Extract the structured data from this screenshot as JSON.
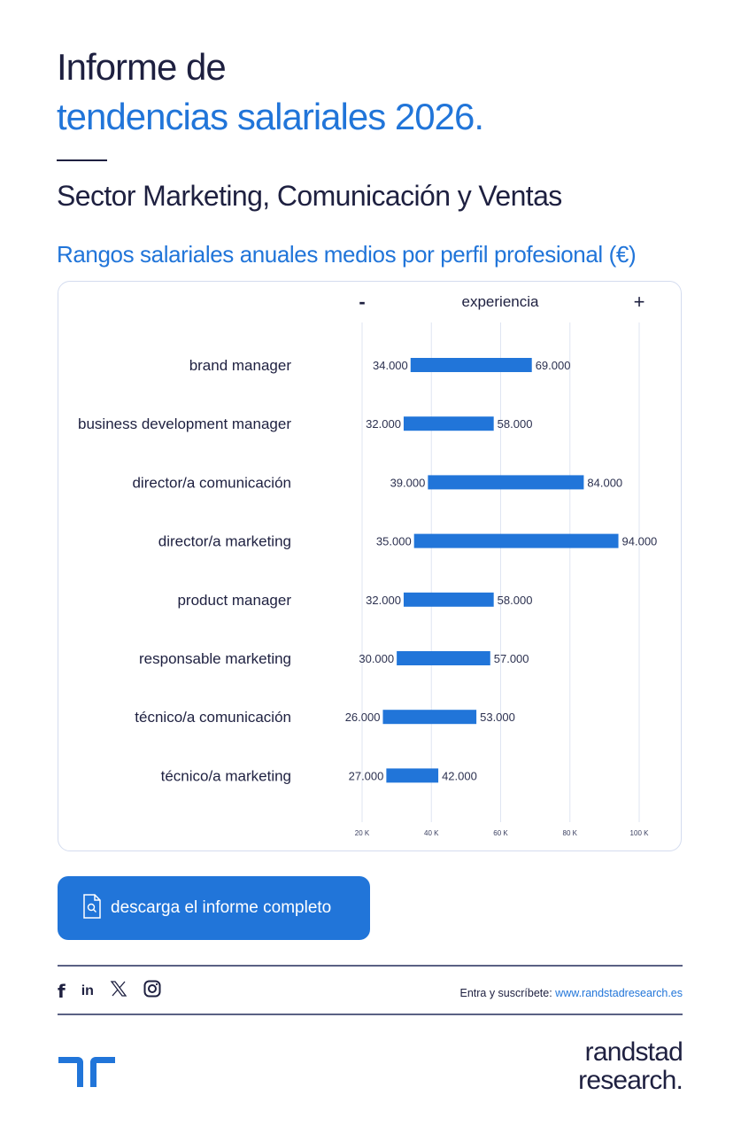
{
  "header": {
    "title_line1": "Informe de",
    "title_line2": "tendencias salariales 2026.",
    "sector": "Sector Marketing, Comunicación y Ventas",
    "subtitle": "Rangos salariales anuales medios por perfil profesional (€)"
  },
  "chart_data": {
    "type": "bar",
    "subtype": "floating-range-horizontal",
    "axis_header": {
      "left": "-",
      "center": "experiencia",
      "right": "+"
    },
    "xlim": [
      20000,
      100000
    ],
    "x_ticks": [
      20000,
      40000,
      60000,
      80000,
      100000
    ],
    "x_tick_labels": [
      "20 K",
      "40 K",
      "60 K",
      "80 K",
      "100 K"
    ],
    "grid": "vertical",
    "bar_color": "#2175d9",
    "categories": [
      "brand manager",
      "business development manager",
      "director/a comunicación",
      "director/a marketing",
      "product manager",
      "responsable marketing",
      "técnico/a comunicación",
      "técnico/a marketing"
    ],
    "min": [
      34000,
      32000,
      39000,
      35000,
      32000,
      30000,
      26000,
      27000
    ],
    "max": [
      69000,
      58000,
      84000,
      94000,
      58000,
      57000,
      53000,
      42000
    ],
    "min_labels": [
      "34.000",
      "32.000",
      "39.000",
      "35.000",
      "32.000",
      "30.000",
      "26.000",
      "27.000"
    ],
    "max_labels": [
      "69.000",
      "58.000",
      "84.000",
      "94.000",
      "58.000",
      "57.000",
      "53.000",
      "42.000"
    ]
  },
  "cta": {
    "label": "descarga el informe completo",
    "icon": "document-search-icon"
  },
  "social": [
    "facebook-icon",
    "linkedin-icon",
    "x-icon",
    "instagram-icon"
  ],
  "footer": {
    "prefix": "Entra y suscríbete: ",
    "link": "www.randstadresearch.es"
  },
  "brand": {
    "line1": "randstad",
    "line2": "research."
  },
  "colors": {
    "accent": "#2175d9",
    "text": "#1e2040"
  }
}
